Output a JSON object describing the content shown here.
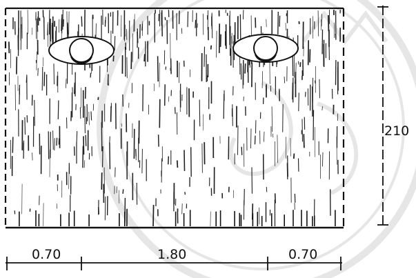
{
  "drawing": {
    "dimensions_horizontal": [
      "0.70",
      "1.80",
      "0.70"
    ],
    "dimension_vertical": "210",
    "figures": [
      "left-figure",
      "right-figure"
    ],
    "watermark": "seal"
  }
}
